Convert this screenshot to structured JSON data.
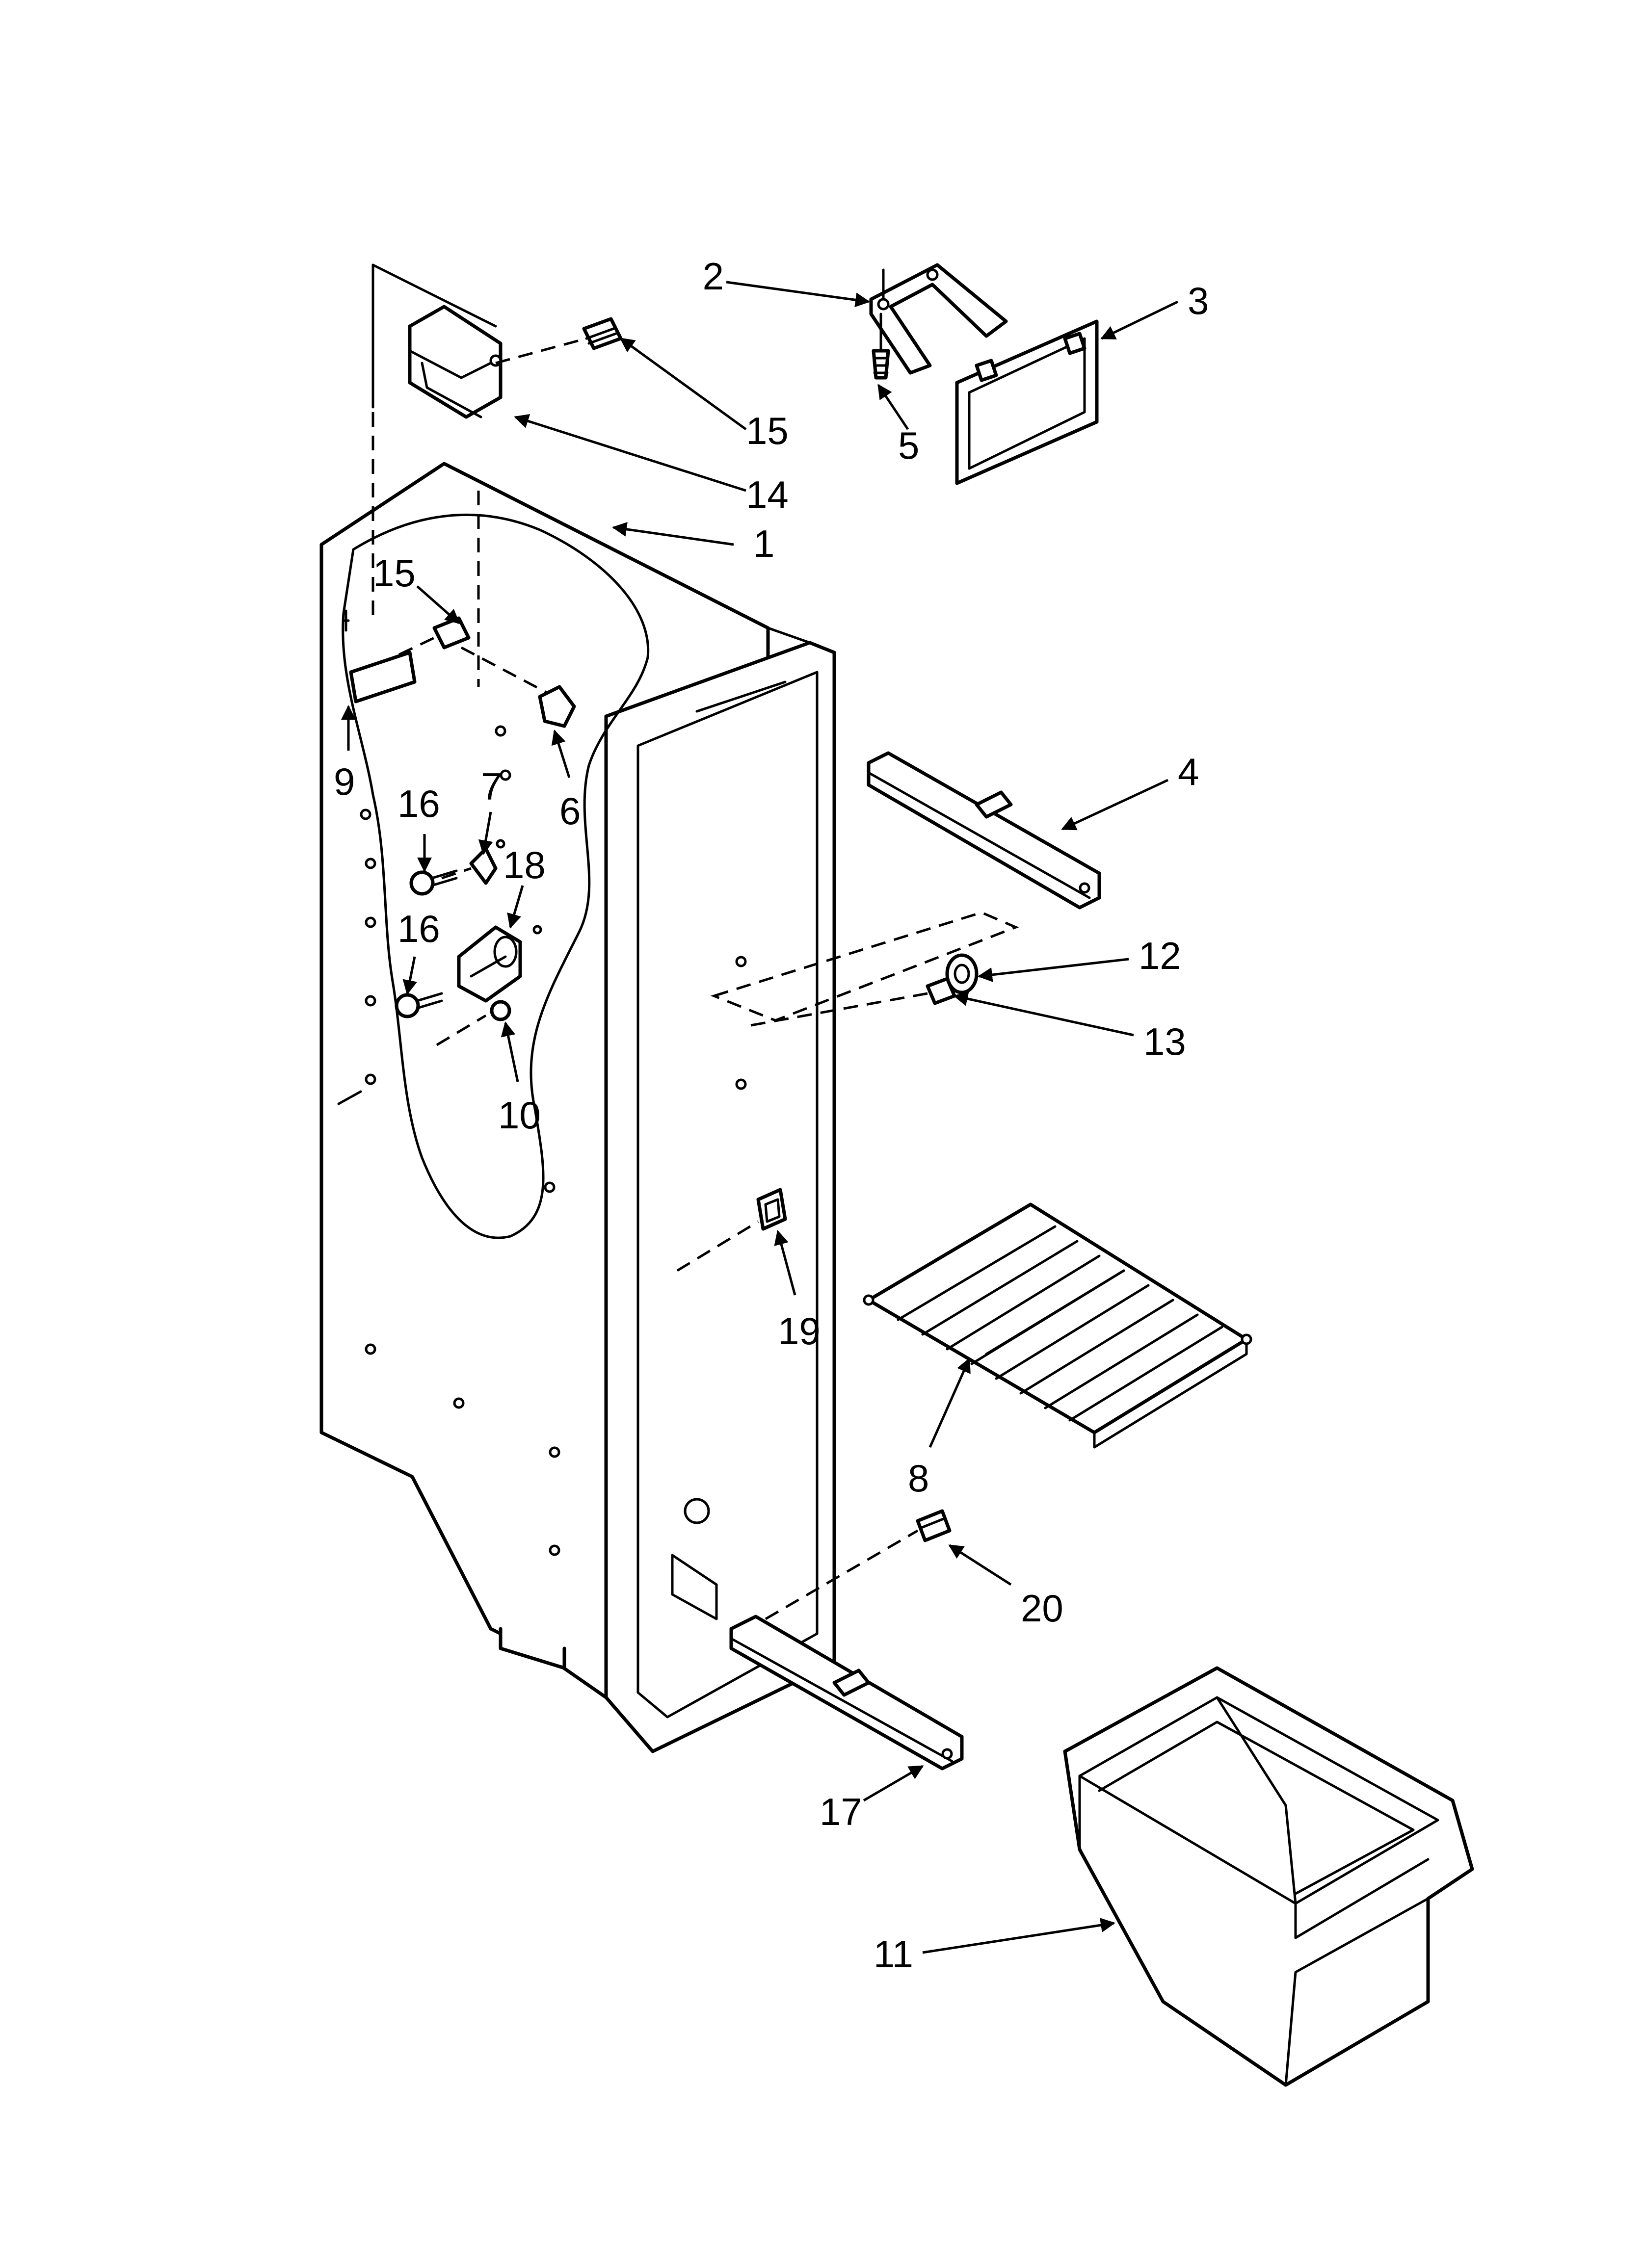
{
  "callouts": {
    "c1": "1",
    "c2": "2",
    "c3": "3",
    "c4": "4",
    "c5": "5",
    "c6": "6",
    "c7": "7",
    "c8": "8",
    "c9": "9",
    "c10": "10",
    "c11": "11",
    "c12": "12",
    "c13": "13",
    "c14": "14",
    "c15a": "15",
    "c15b": "15",
    "c16a": "16",
    "c16b": "16",
    "c17": "17",
    "c18": "18",
    "c19": "19",
    "c20": "20"
  }
}
